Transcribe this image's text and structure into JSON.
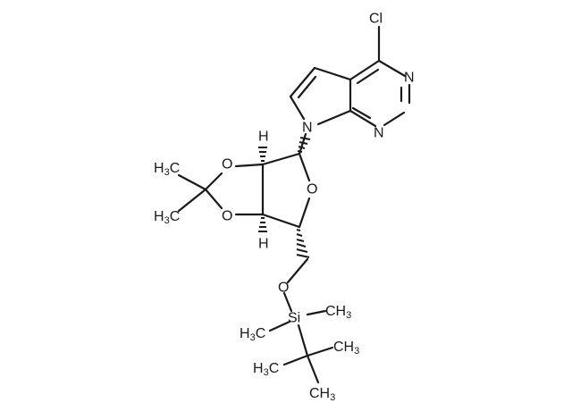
{
  "molecule": {
    "atoms": {
      "cl": "Cl",
      "n_ring_top": "N",
      "n_ring_bottom": "N",
      "n_glycosidic": "N",
      "o_dioxolane_top": "O",
      "o_dioxolane_bottom": "O",
      "o_furanose": "O",
      "o_ether": "O",
      "si": "Si",
      "h_top": "H",
      "h_bottom": "H"
    },
    "groups": {
      "acetonide_methyl_top": {
        "main": "H",
        "sub": "3",
        "tail": "C"
      },
      "acetonide_methyl_bottom": {
        "main": "H",
        "sub": "3",
        "tail": "C"
      },
      "si_methyl_right": {
        "main": "CH",
        "sub": "3"
      },
      "si_methyl_left": {
        "main": "H",
        "sub": "3",
        "tail": "C"
      },
      "tbu_methyl_right": {
        "main": "CH",
        "sub": "3"
      },
      "tbu_methyl_left": {
        "main": "H",
        "sub": "3",
        "tail": "C"
      },
      "tbu_methyl_bottom": {
        "main": "CH",
        "sub": "3"
      }
    }
  }
}
